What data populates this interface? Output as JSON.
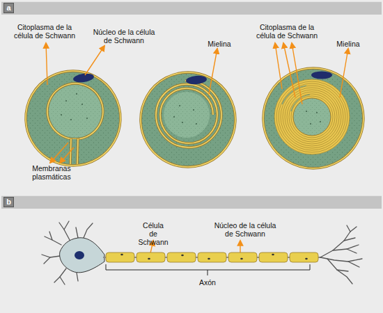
{
  "diagram": {
    "nodes": [
      {
        "text": [
          "a"
        ]
      },
      {
        "text": [
          "b"
        ]
      }
    ],
    "labels": [
      "Citoplasma de la célula de Schwann",
      "Núcleo de la célula de Schwann",
      "Mielina",
      "Citoplasma de la célula de Schwann",
      "Mielina",
      "Membranas plasmáticas",
      "Célula de Schwann",
      "Núcleo de la célula de Schwann",
      "Axón"
    ]
  }
}
